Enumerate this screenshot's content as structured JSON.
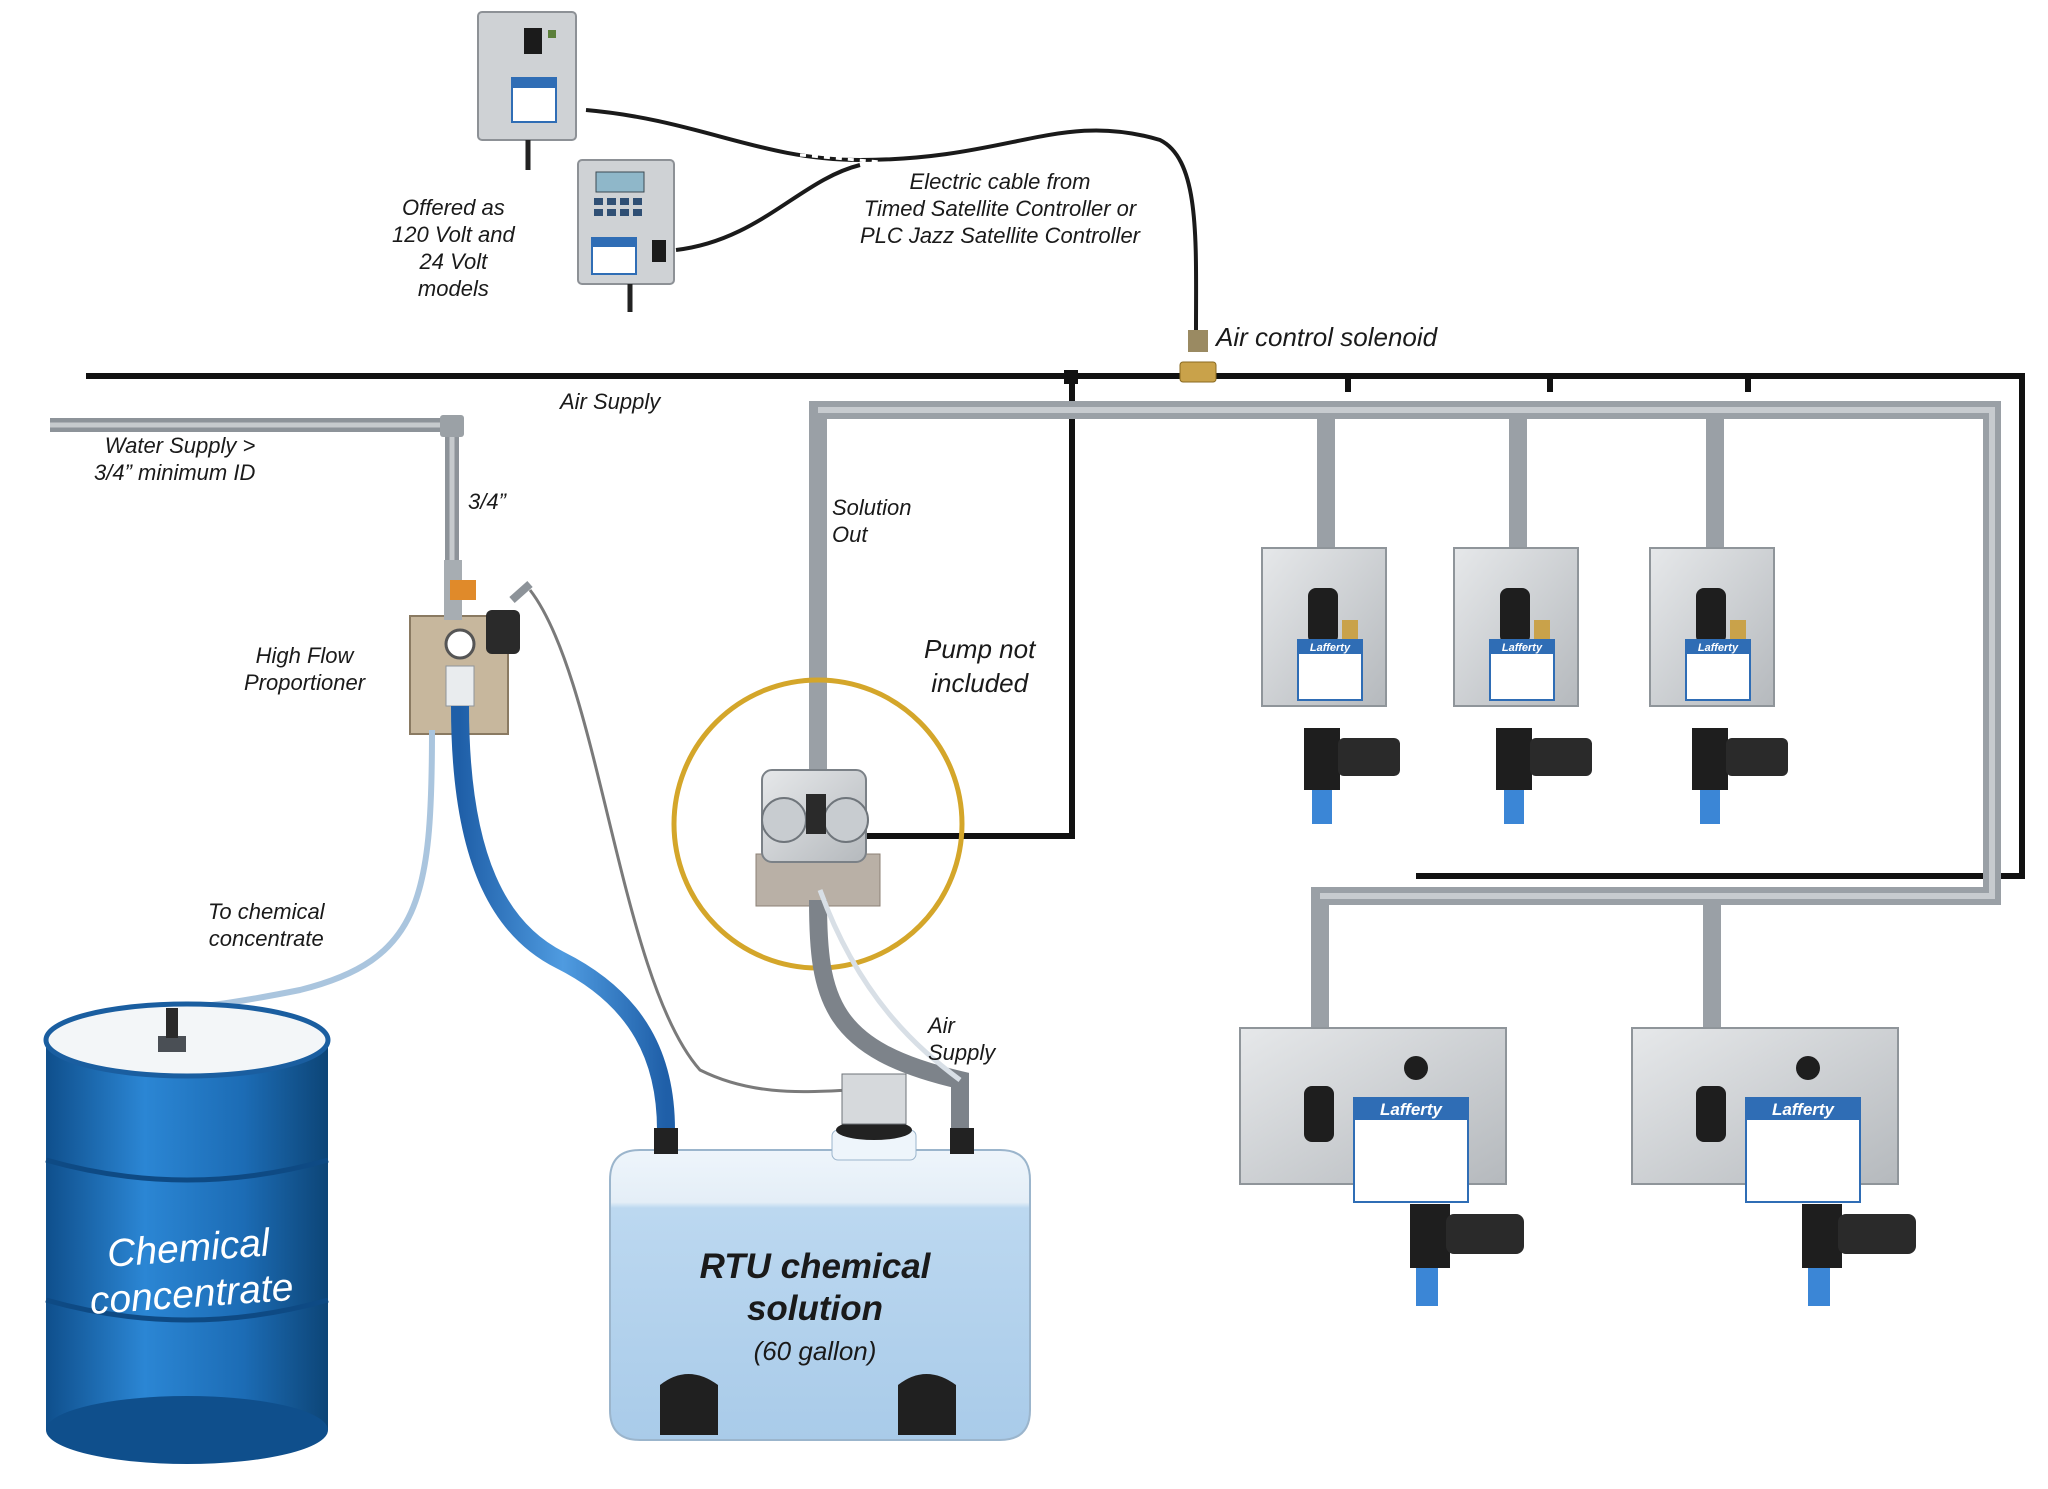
{
  "labels": {
    "offered_as": "Offered as\n120 Volt and\n24 Volt\nmodels",
    "electric_cable": "Electric cable from\nTimed Satellite Controller or\nPLC Jazz Satellite Controller",
    "air_control_solenoid": "Air control solenoid",
    "air_supply_top": "Air Supply",
    "water_supply": "Water Supply  >\n3/4” minimum ID",
    "three_quarter": "3/4”",
    "solution_out": "Solution\nOut",
    "pump_not_included": "Pump not\nincluded",
    "high_flow_proportioner": "High Flow\nProportioner",
    "to_chemical_concentrate": "To chemical\nconcentrate",
    "air_supply_tank": "Air\nSupply",
    "drum": "Chemical\nconcentrate",
    "tank_main": "RTU chemical\nsolution",
    "tank_sub": "(60 gallon)"
  },
  "brand": "Lafferty",
  "colors": {
    "drum_blue": "#1d6fb8",
    "hose_blue": "#2f7fd0",
    "pipe_gray": "#9aa0a6",
    "air_line": "#111111",
    "pump_ring": "#d4a62a",
    "tank_fill": "#b9d6ef",
    "panel_steel": "#d2d5d8"
  }
}
